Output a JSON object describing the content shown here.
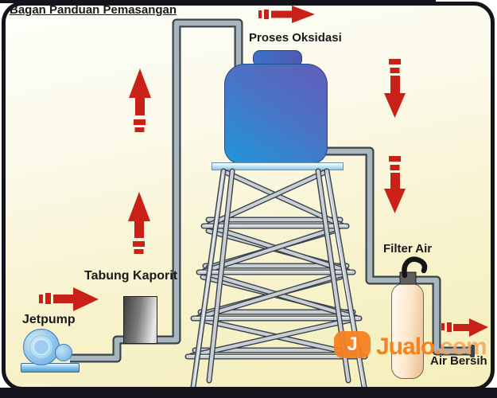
{
  "title": "Bagan Panduan Pemasangan",
  "diagram": {
    "labels": {
      "oxidation": "Proses Oksidasi",
      "chlorine": "Tabung Kaporit",
      "pump": "Jetpump",
      "filter": "Filter Air",
      "clean_water": "Air Bersih"
    },
    "components": [
      "jetpump",
      "tabung-kaporit",
      "water-tank-on-tower",
      "air-filter"
    ],
    "flow_arrows": [
      "up-left-upper",
      "up-left-lower",
      "top-right",
      "down-right-upper",
      "down-right-lower",
      "pump-inlet-right",
      "clean-water-outlet-right"
    ]
  },
  "watermark": {
    "logo_letter": "J",
    "brand": "Jualo.",
    "suffix": "com"
  },
  "colors": {
    "arrow-red": "#c92018",
    "pipe-fill": "#a9b6bd",
    "pipe-outline": "#39434a",
    "tank-blue": "#1f96d8",
    "tank-purple": "#625cba",
    "metal-fill": "#c9cfd4",
    "metal-outline": "#39424a",
    "frame-black": "#14141d",
    "bg-cream": "#f5efbc",
    "watermark-orange": "#f58220",
    "watermark-light": "#f2a55e",
    "label-black": "#1a1a1a"
  }
}
